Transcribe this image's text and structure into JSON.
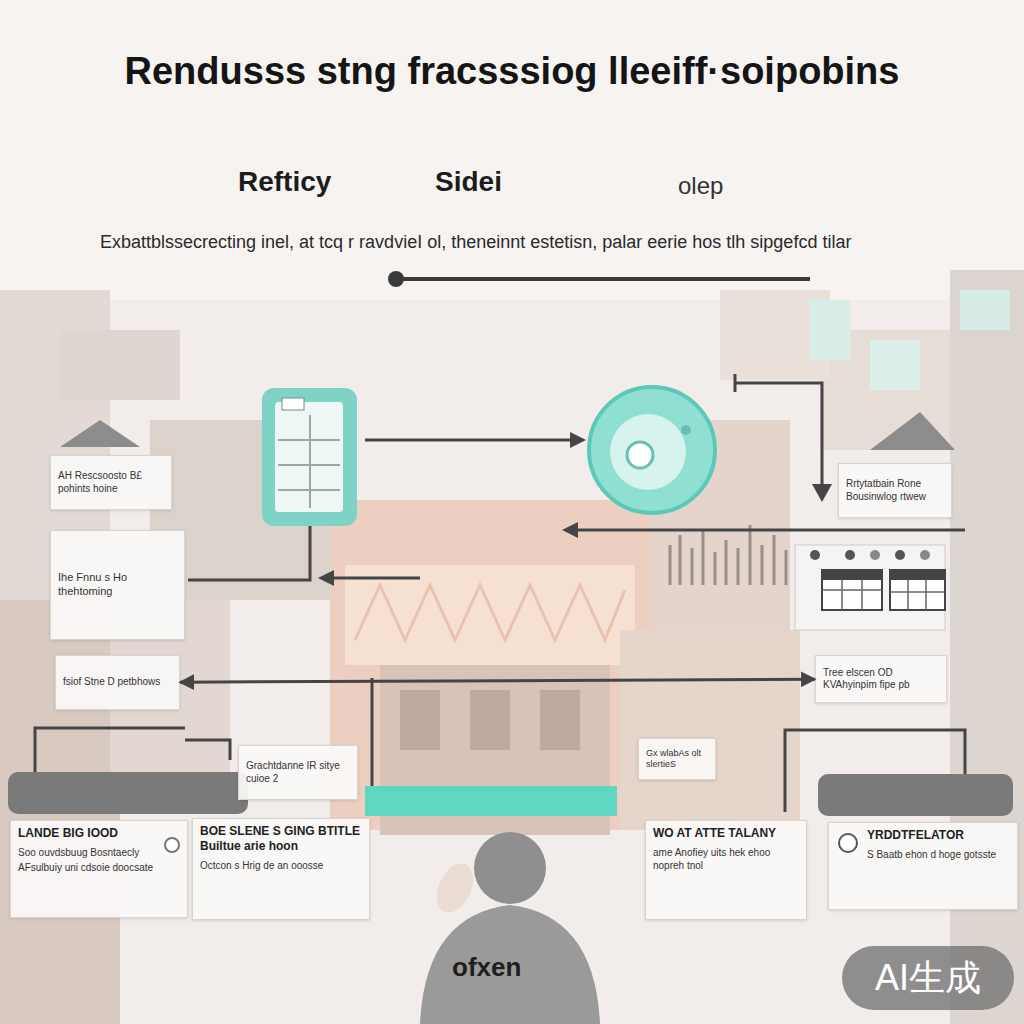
{
  "diagram": {
    "title": "Rendusss stng fracsssiog lleeiff·soipobins",
    "nodes": [
      {
        "text": [
          "AH Rescsoosto B£ pohints hoine"
        ]
      },
      {
        "text": [
          "Rrtytatbain Rone Bousinwlog rtwew"
        ]
      },
      {
        "text": [
          "Ihe Fnnu s Ho thehtoming"
        ]
      },
      {
        "text": [
          "fsiof Stne D petbhows"
        ]
      },
      {
        "text": [
          "Tree elscen OD KVAhyinpim fipe pb"
        ]
      },
      {
        "text": [
          "Grachtdanne IR sitye cuioe 2"
        ]
      },
      {
        "text": [
          "Gx wlabAs olt slertieS"
        ]
      },
      {
        "text": [
          "LANDE BIG IOOD",
          "Soo ouvdsbuug Bosntaecly",
          "AFsulbuiy uni cdsoie doocsate"
        ]
      },
      {
        "text": [
          "BOE SLENE S GING BTITLE Builtue arie hoon",
          "Octcon s Hrig de an ooosse"
        ]
      },
      {
        "text": [
          "WO AT ATTE TALANY",
          "ame Anofiey uits hek ehoo nopreh tnol"
        ]
      },
      {
        "text": [
          "YRDDTFELATOR",
          "S Baatb ehon d hoge gotsste"
        ]
      }
    ],
    "edges": [
      {
        "from": 3,
        "to": 4,
        "arrow": "both"
      }
    ],
    "labels": [
      "Refticy",
      "Sidei",
      "olep",
      "Exbattblssecrecting inel, at tcq r ravdvieI ol, theneinnt estetisn, palar eerie hos tlh sipgefcd tilar",
      "ofxen",
      "AI生成"
    ]
  }
}
